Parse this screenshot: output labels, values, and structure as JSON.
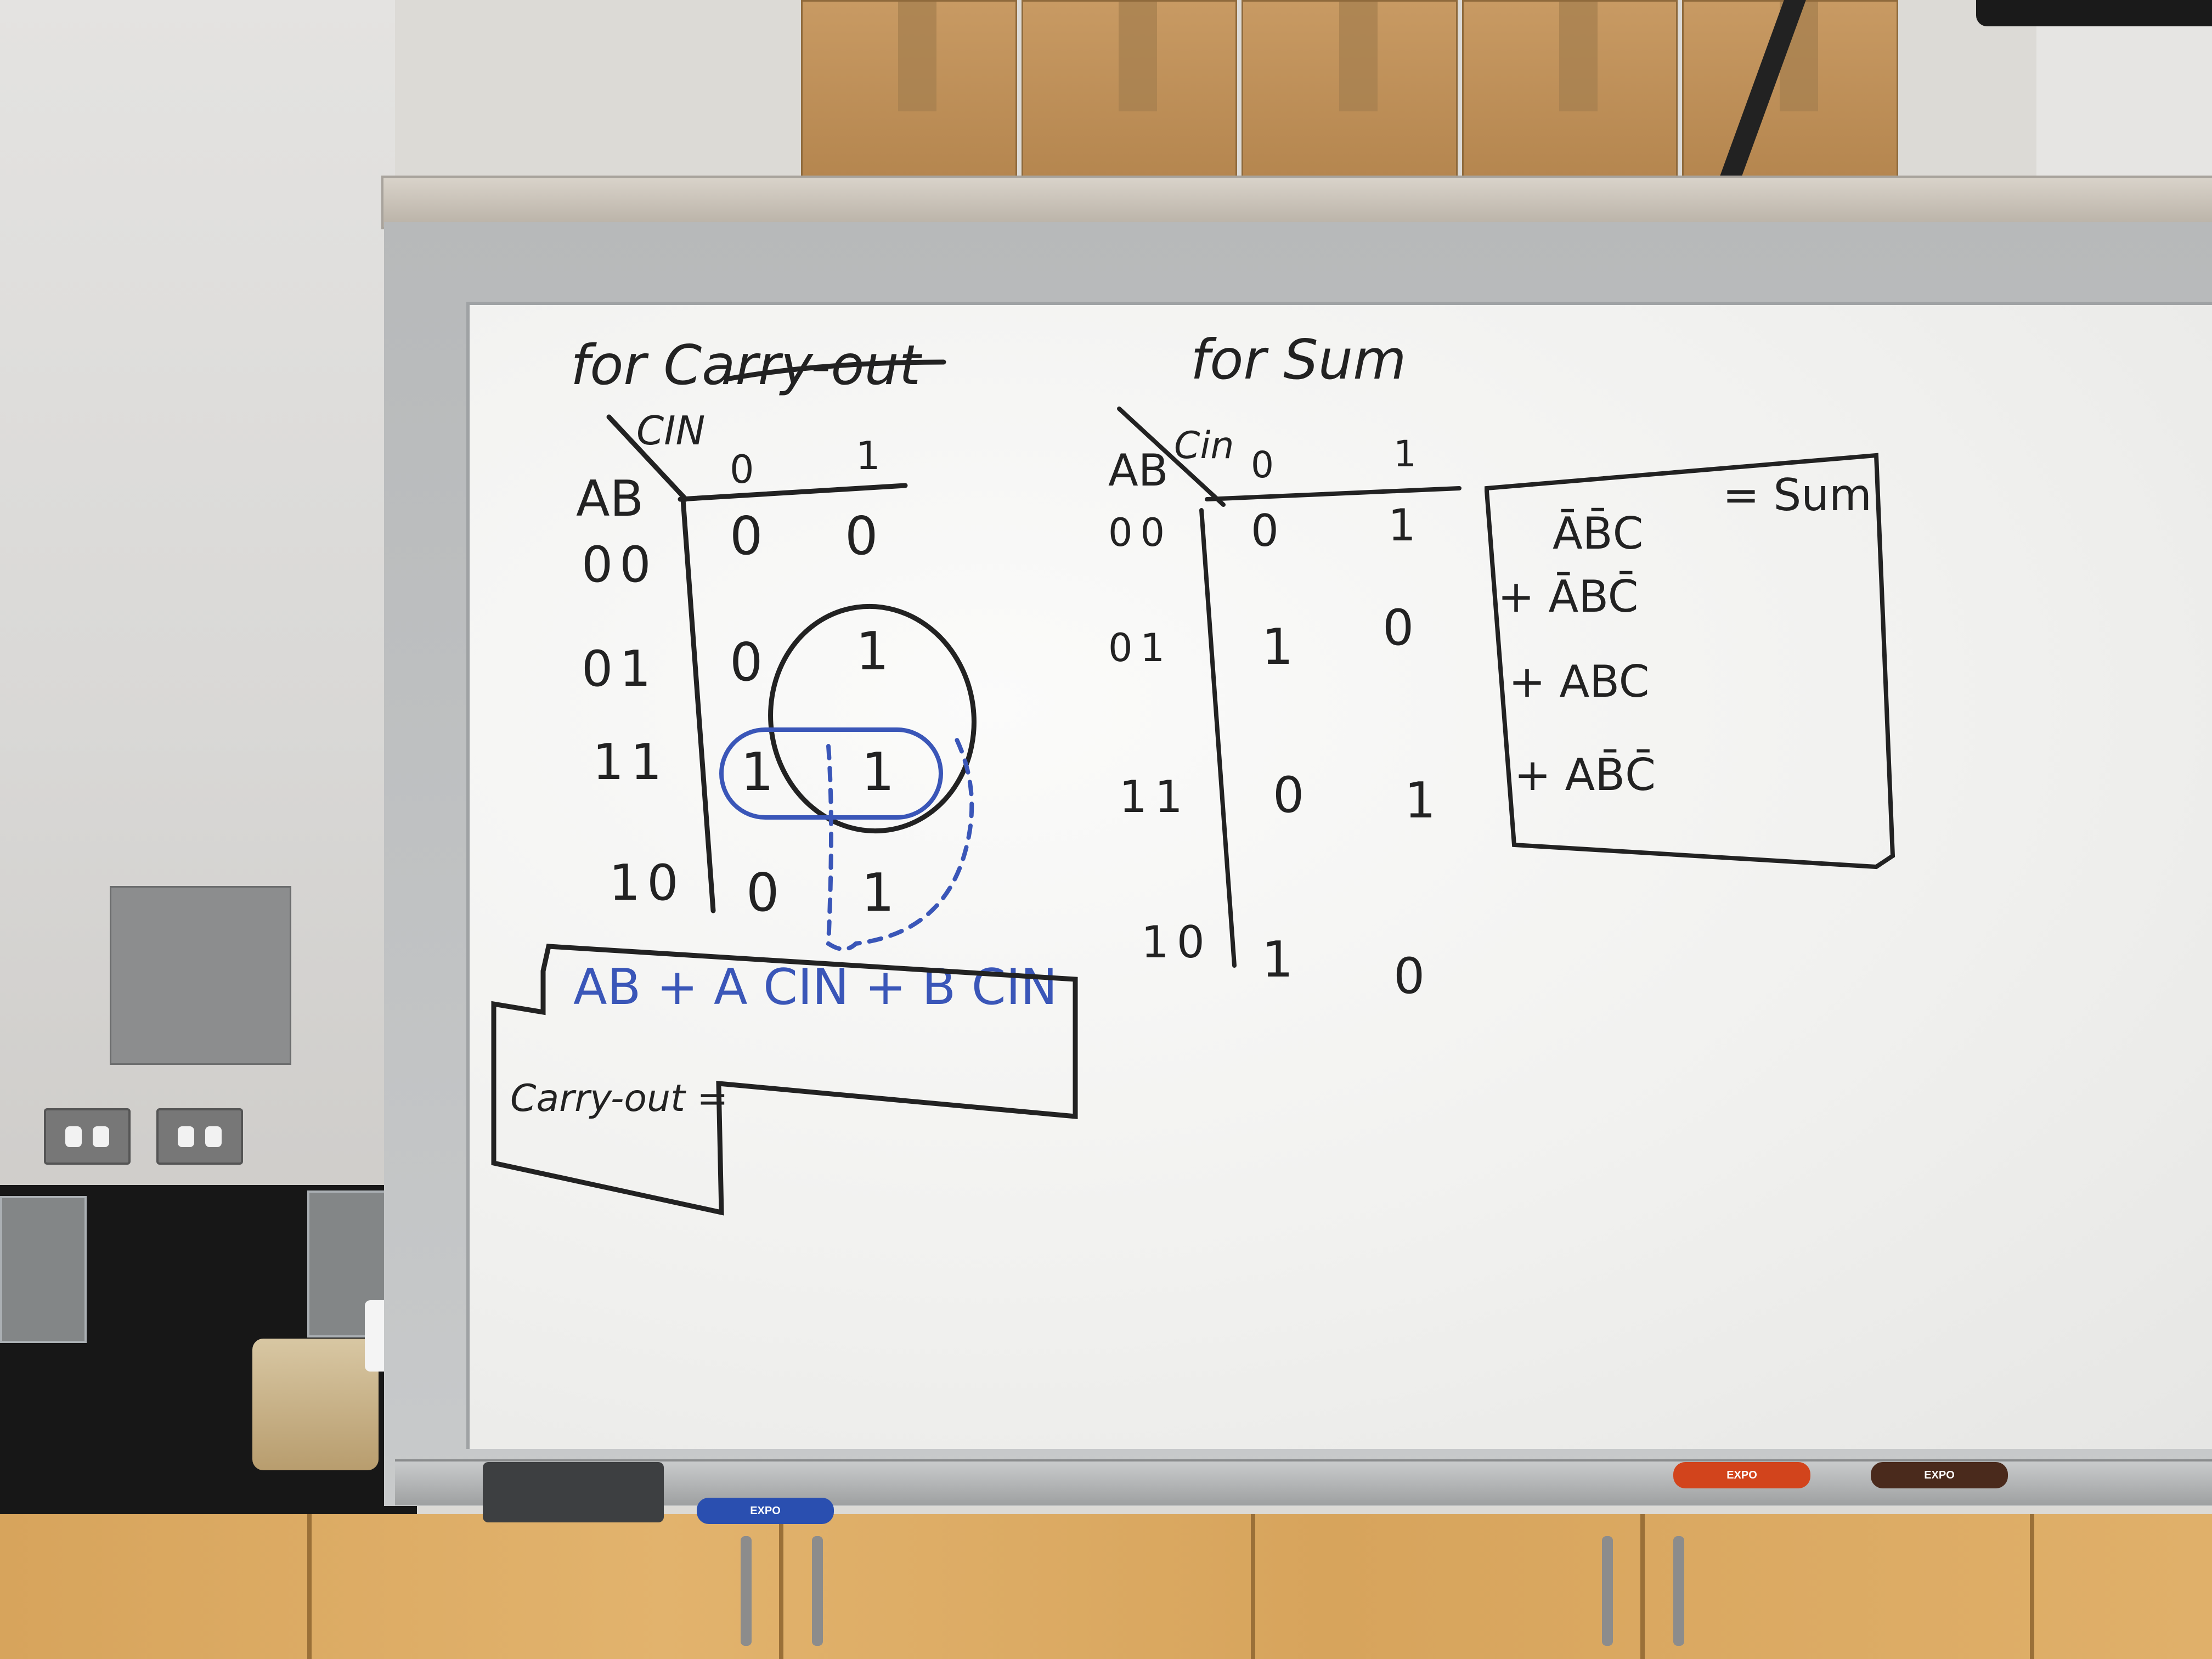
{
  "scene": {
    "colors": {
      "black_ink": "#222222",
      "blue_ink": "#3a56b8"
    }
  },
  "carry_out": {
    "title": "for Carry-out",
    "header_var": "CIN",
    "row_var": "AB",
    "col_labels": [
      "0",
      "1"
    ],
    "row_labels": [
      "00",
      "01",
      "11",
      "10"
    ],
    "cells": [
      [
        "0",
        "0"
      ],
      [
        "0",
        "1"
      ],
      [
        "1",
        "1"
      ],
      [
        "0",
        "1"
      ]
    ],
    "expression": "AB + A CIN + B CIN",
    "result_label": "Carry-out ="
  },
  "sum": {
    "title": "for Sum",
    "header_var": "Cin",
    "row_var": "AB",
    "col_labels": [
      "0",
      "1"
    ],
    "row_labels": [
      "00",
      "01",
      "11",
      "10"
    ],
    "cells": [
      [
        "0",
        "1"
      ],
      [
        "1",
        "0"
      ],
      [
        "0",
        "1"
      ],
      [
        "1",
        "0"
      ]
    ],
    "terms": [
      "ĀB̄C",
      "+ ĀBC̄",
      "+ ABC",
      "+ AB̄C̄"
    ],
    "equals": "= Sum"
  },
  "tray": {
    "marker_brands": [
      "EXPO",
      "EXPO",
      "EXPO"
    ],
    "marker_colors": [
      "#2a4fb0",
      "#d2441c",
      "#4a2a1c"
    ]
  }
}
